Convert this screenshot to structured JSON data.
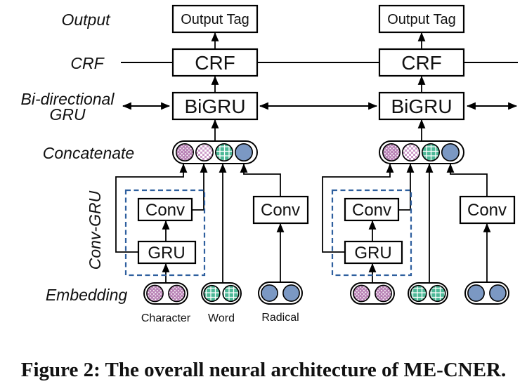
{
  "figure": {
    "side_labels": {
      "output": "Output",
      "crf": "CRF",
      "bidirectional_line1": "Bi-directional",
      "bidirectional_line2": "GRU",
      "concatenate": "Concatenate",
      "conv_gru": "Conv-GRU",
      "embedding": "Embedding"
    },
    "boxes": {
      "output_tag": "Output Tag",
      "crf": "CRF",
      "bigru": "BiGRU",
      "conv": "Conv",
      "gru": "GRU"
    },
    "embedding_labels": {
      "character": "Character",
      "word": "Word",
      "radical": "Radical"
    },
    "caption": "Figure 2: The overall neural architecture of ME-CNER.",
    "colors": {
      "character_fill": "#b983b6",
      "character_conv_fill": "#cd9cc9",
      "word_fill": "#4db897",
      "radical_fill": "#7b98c3",
      "dashed_border": "#2e5f9e",
      "line": "#000000"
    }
  }
}
